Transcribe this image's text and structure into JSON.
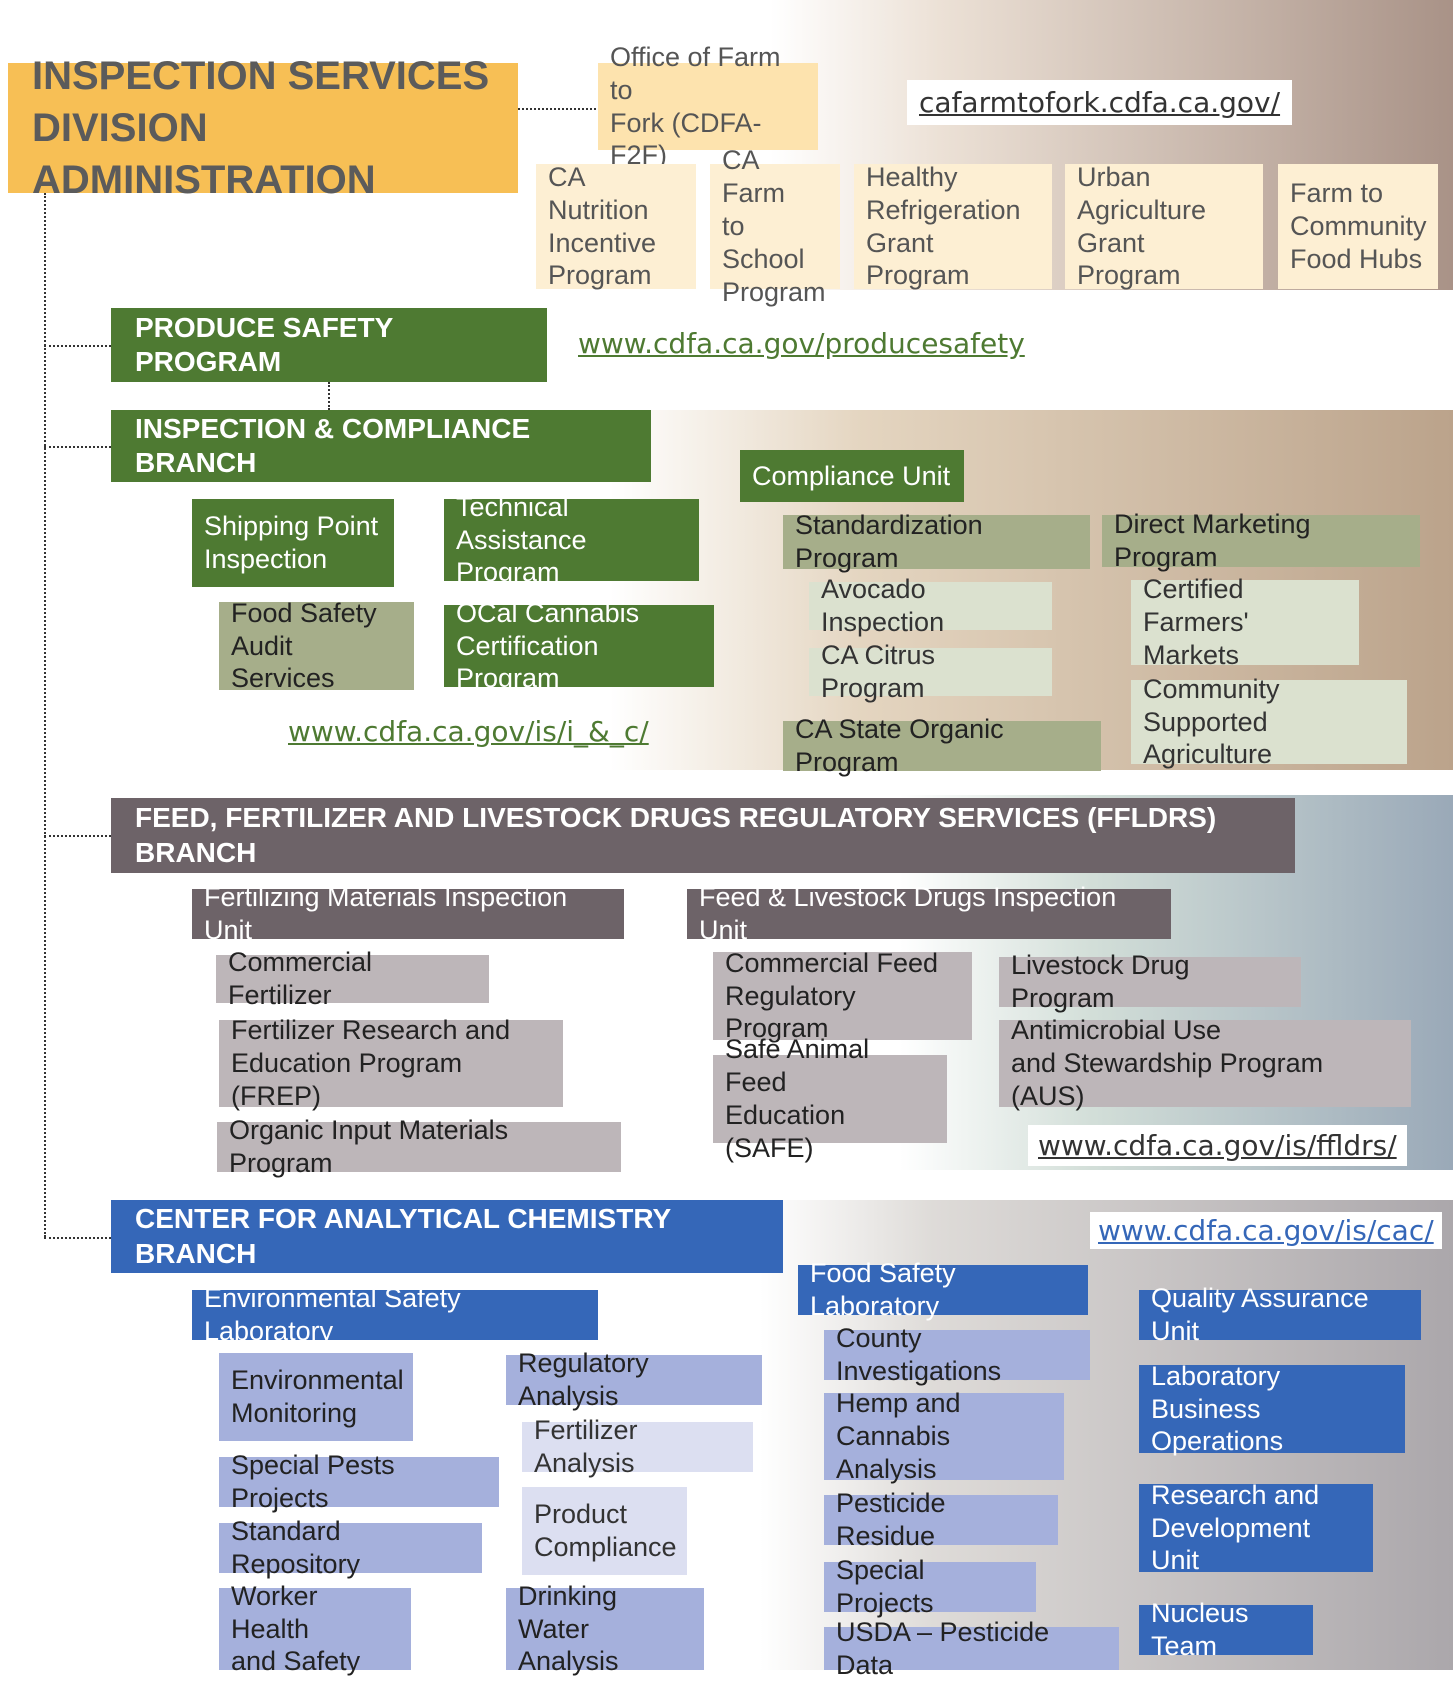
{
  "division": {
    "title_line1": "INSPECTION SERVICES",
    "title_line2": "DIVISION ADMINISTRATION"
  },
  "farm_to_fork": {
    "office_line1": "Office of Farm to",
    "office_line2": "Fork (CDFA-F2F)",
    "url": "cafarmtofork.cdfa.ca.gov/",
    "programs": [
      {
        "l1": "CA Nutrition",
        "l2": "Incentive",
        "l3": "Program"
      },
      {
        "l1": "CA Farm",
        "l2": "to School",
        "l3": "Program"
      },
      {
        "l1": "Healthy",
        "l2": "Refrigeration",
        "l3": "Grant Program"
      },
      {
        "l1": "Urban",
        "l2": "Agriculture",
        "l3": "Grant Program"
      },
      {
        "l1": "Farm to",
        "l2": "Community",
        "l3": "Food Hubs"
      }
    ]
  },
  "produce_safety": {
    "title": "PRODUCE SAFETY PROGRAM",
    "url": "www.cdfa.ca.gov/producesafety"
  },
  "inspection_compliance": {
    "title": "INSPECTION & COMPLIANCE BRANCH",
    "shipping_l1": "Shipping Point",
    "shipping_l2": "Inspection",
    "technical_l1": "Technical",
    "technical_l2": "Assistance Program",
    "food_safety_l1": "Food Safety",
    "food_safety_l2": "Audit Services",
    "ocal_l1": "OCal Cannabis",
    "ocal_l2": "Certification Program",
    "url": "www.cdfa.ca.gov/is/i_&_c/",
    "compliance_unit": "Compliance Unit",
    "standardization": "Standardization Program",
    "direct_marketing": "Direct Marketing Program",
    "avocado": "Avocado Inspection",
    "certified_l1": "Certified",
    "certified_l2": "Farmers' Markets",
    "citrus": "CA Citrus Program",
    "csa_l1": "Community",
    "csa_l2": "Supported Agriculture",
    "organic": "CA State Organic Program"
  },
  "ffldrs": {
    "title": "FEED, FERTILIZER AND LIVESTOCK DRUGS REGULATORY SERVICES (FFLDRS) BRANCH",
    "fertilizing_unit": "Fertilizing Materials Inspection Unit",
    "feed_unit": "Feed & Livestock Drugs Inspection Unit",
    "commercial_fertilizer": "Commercial Fertilizer",
    "frep_l1": "Fertilizer Research and",
    "frep_l2": "Education Program (FREP)",
    "organic_input": "Organic Input Materials Program",
    "commercial_feed_l1": "Commercial Feed",
    "commercial_feed_l2": "Regulatory Program",
    "safe_l1": "Safe Animal Feed",
    "safe_l2": "Education (SAFE)",
    "livestock_drug": "Livestock Drug Program",
    "aus_l1": "Antimicrobial Use",
    "aus_l2": "and Stewardship Program (AUS)",
    "url": "www.cdfa.ca.gov/is/ffldrs/"
  },
  "cac": {
    "title": "CENTER FOR ANALYTICAL CHEMISTRY BRANCH",
    "url": "www.cdfa.ca.gov/is/cac/",
    "env_lab": "Environmental Safety Laboratory",
    "env_monitoring_l1": "Environmental",
    "env_monitoring_l2": "Monitoring",
    "special_pests": "Special Pests Projects",
    "standard_repository": "Standard Repository",
    "worker_l1": "Worker Health",
    "worker_l2": "and Safety",
    "regulatory_analysis": "Regulatory Analysis",
    "fertilizer_analysis": "Fertilizer Analysis",
    "product_l1": "Product",
    "product_l2": "Compliance",
    "drinking_l1": "Drinking Water",
    "drinking_l2": "Analysis",
    "food_lab": "Food Safety Laboratory",
    "county": "County Investigations",
    "hemp_l1": "Hemp and",
    "hemp_l2": "Cannabis Analysis",
    "pesticide_residue": "Pesticide Residue",
    "special_projects": "Special Projects",
    "usda": "USDA – Pesticide Data",
    "qa": "Quality Assurance Unit",
    "lbo_l1": "Laboratory",
    "lbo_l2": "Business Operations",
    "rd_l1": "Research and",
    "rd_l2": "Development Unit",
    "nucleus": "Nucleus Team"
  }
}
